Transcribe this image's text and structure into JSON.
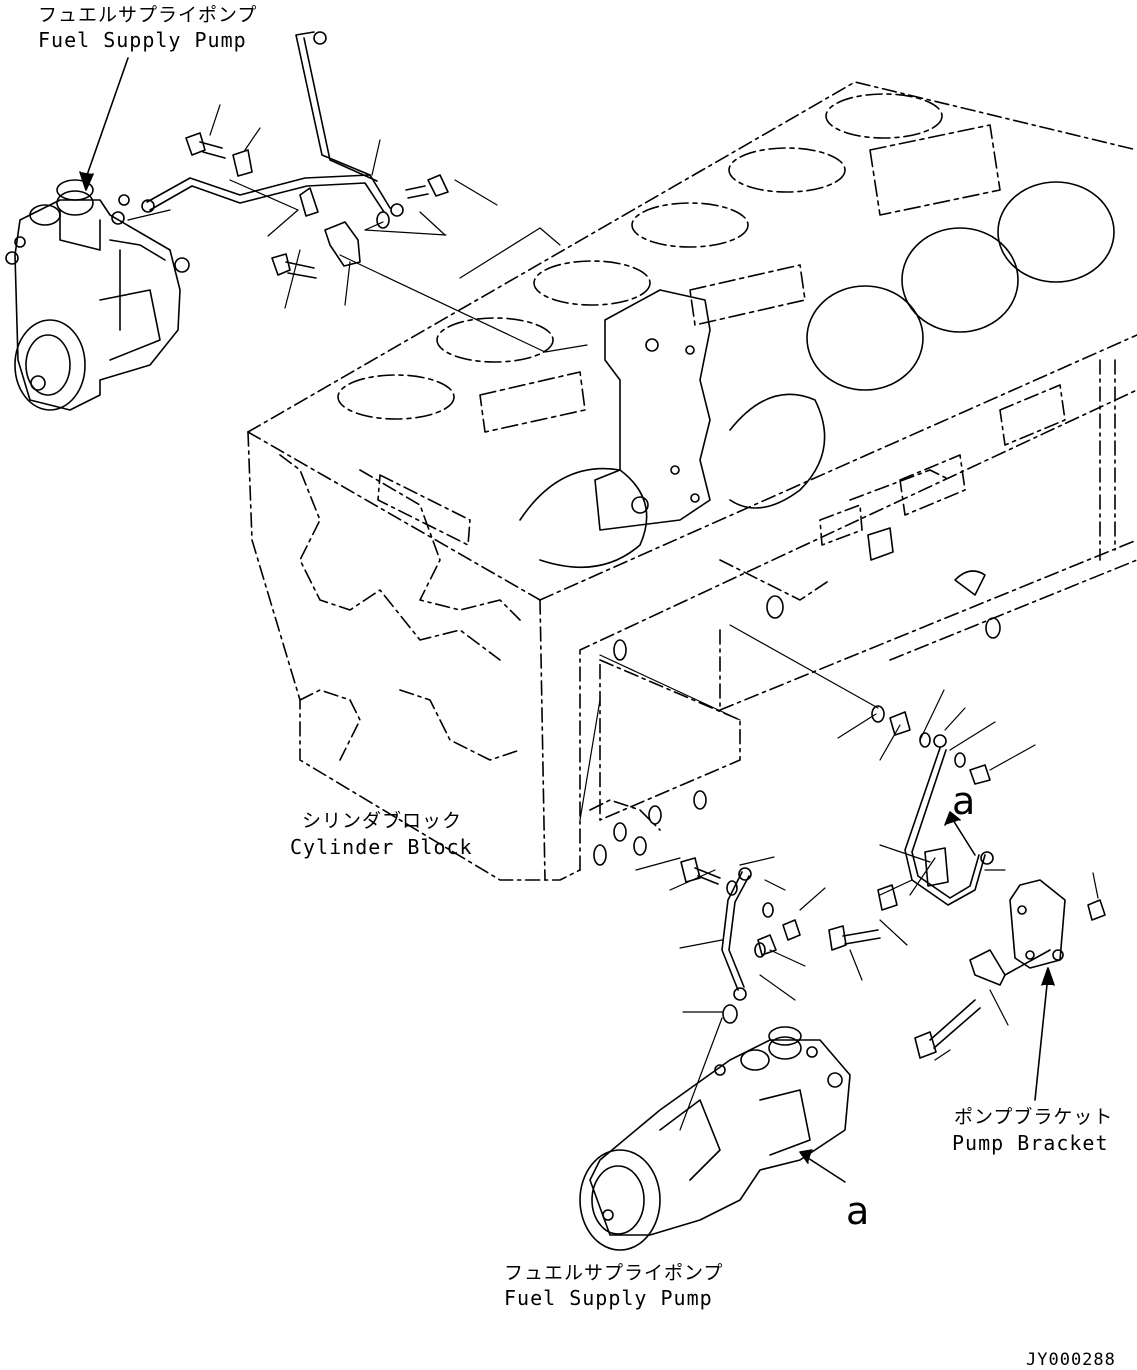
{
  "labels": {
    "fuel_pump_top_jp": "フュエルサプライポンプ",
    "fuel_pump_top_en": "Fuel Supply Pump",
    "cylinder_block_jp": "シリンダブロック",
    "cylinder_block_en": "Cylinder Block",
    "pump_bracket_jp": "ポンプブラケット",
    "pump_bracket_en": "Pump Bracket",
    "fuel_pump_bottom_jp": "フュエルサプライポンプ",
    "fuel_pump_bottom_en": "Fuel Supply Pump",
    "ref_a_upper": "a",
    "ref_a_lower": "a",
    "drawing_code": "JY000288"
  }
}
